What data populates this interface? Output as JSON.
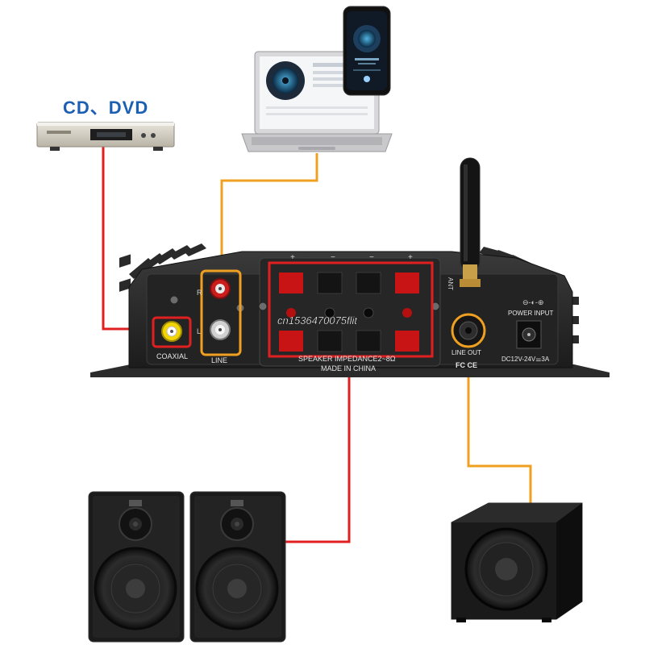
{
  "source_label": "CD、DVD",
  "amp": {
    "coaxial_label": "COAXIAL",
    "line_label": "LINE",
    "channel_l": "L",
    "channel_r": "R",
    "speaker_impedance": "SPEAKER IMPEDANCE2~8Ω",
    "made_in": "MADE IN CHINA",
    "line_out_label": "LINE OUT",
    "ant_label": "ANT",
    "power_input_label": "POWER INPUT",
    "power_spec": "DC12V-24V⚌3A",
    "cert_marks": "FC CE",
    "terminal_signs": [
      "+",
      "−",
      "−",
      "+"
    ]
  },
  "watermark": "cn1536470075flit",
  "wire_colors": {
    "coaxial": "#e02020",
    "line": "#f0a020",
    "speaker": "#e02020",
    "line_out": "#f0a020"
  },
  "devices": {
    "laptop": "laptop-device",
    "phone": "smartphone-device",
    "dvd_player": "cd-dvd-player",
    "speakers": "bookshelf-speaker-pair",
    "subwoofer": "subwoofer"
  }
}
